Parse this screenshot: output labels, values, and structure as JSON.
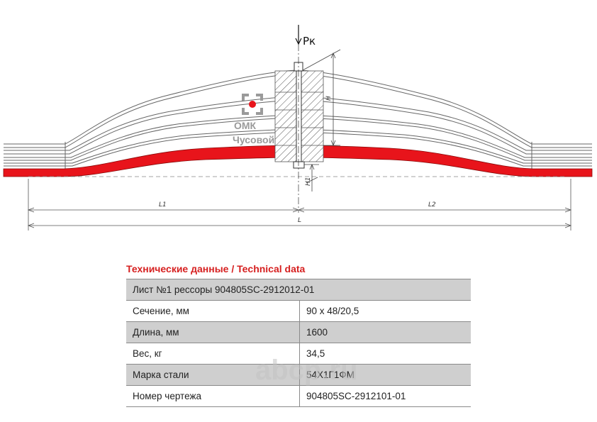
{
  "drawing": {
    "load_label": "Pк",
    "dim_l1": "L1",
    "dim_l2": "L2",
    "dim_l": "L",
    "dim_h": "H",
    "dim_h1": "H1",
    "brand": {
      "name": "ОМК",
      "city": "Чусовой"
    },
    "watermark": "abcp.ru",
    "highlight_color": "#e8141b"
  },
  "tech": {
    "title": "Технические данные / Technical data",
    "header": "Лист №1 рессоры 904805SC-2912012-01",
    "rows": [
      {
        "label": "Сечение, мм",
        "value": "90 х 48/20,5"
      },
      {
        "label": "Длина, мм",
        "value": "1600"
      },
      {
        "label": "Вес, кг",
        "value": "34,5"
      },
      {
        "label": "Марка стали",
        "value": "54Х1Г1ФМ"
      },
      {
        "label": "Номер чертежа",
        "value": "904805SC-2912101-01"
      }
    ]
  }
}
